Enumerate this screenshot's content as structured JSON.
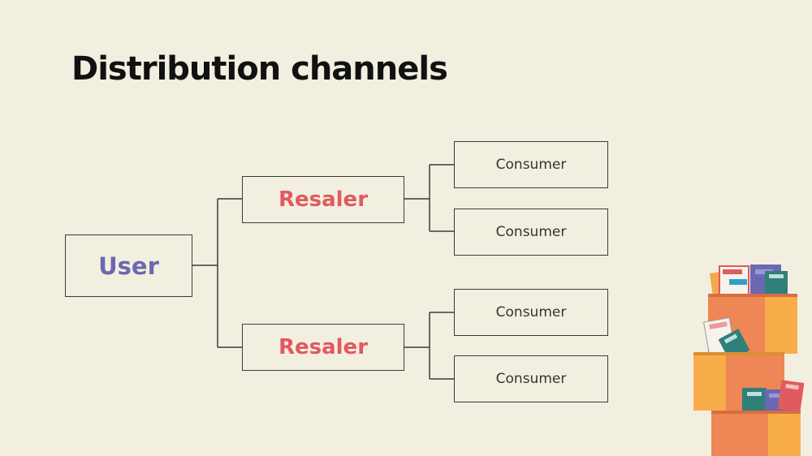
{
  "slide": {
    "title": "Distribution channels"
  },
  "diagram": {
    "root": {
      "label": "User"
    },
    "resalers": [
      {
        "label": "Resaler",
        "consumers": [
          {
            "label": "Consumer"
          },
          {
            "label": "Consumer"
          }
        ]
      },
      {
        "label": "Resaler",
        "consumers": [
          {
            "label": "Consumer"
          },
          {
            "label": "Consumer"
          }
        ]
      }
    ]
  },
  "colors": {
    "background": "#f3efe0",
    "user_text": "#6b68b3",
    "resaler_text": "#e05a5f",
    "box_border": "#3a3a3a"
  },
  "decoration": {
    "icon": "stacked-boxes-of-books-icon"
  }
}
